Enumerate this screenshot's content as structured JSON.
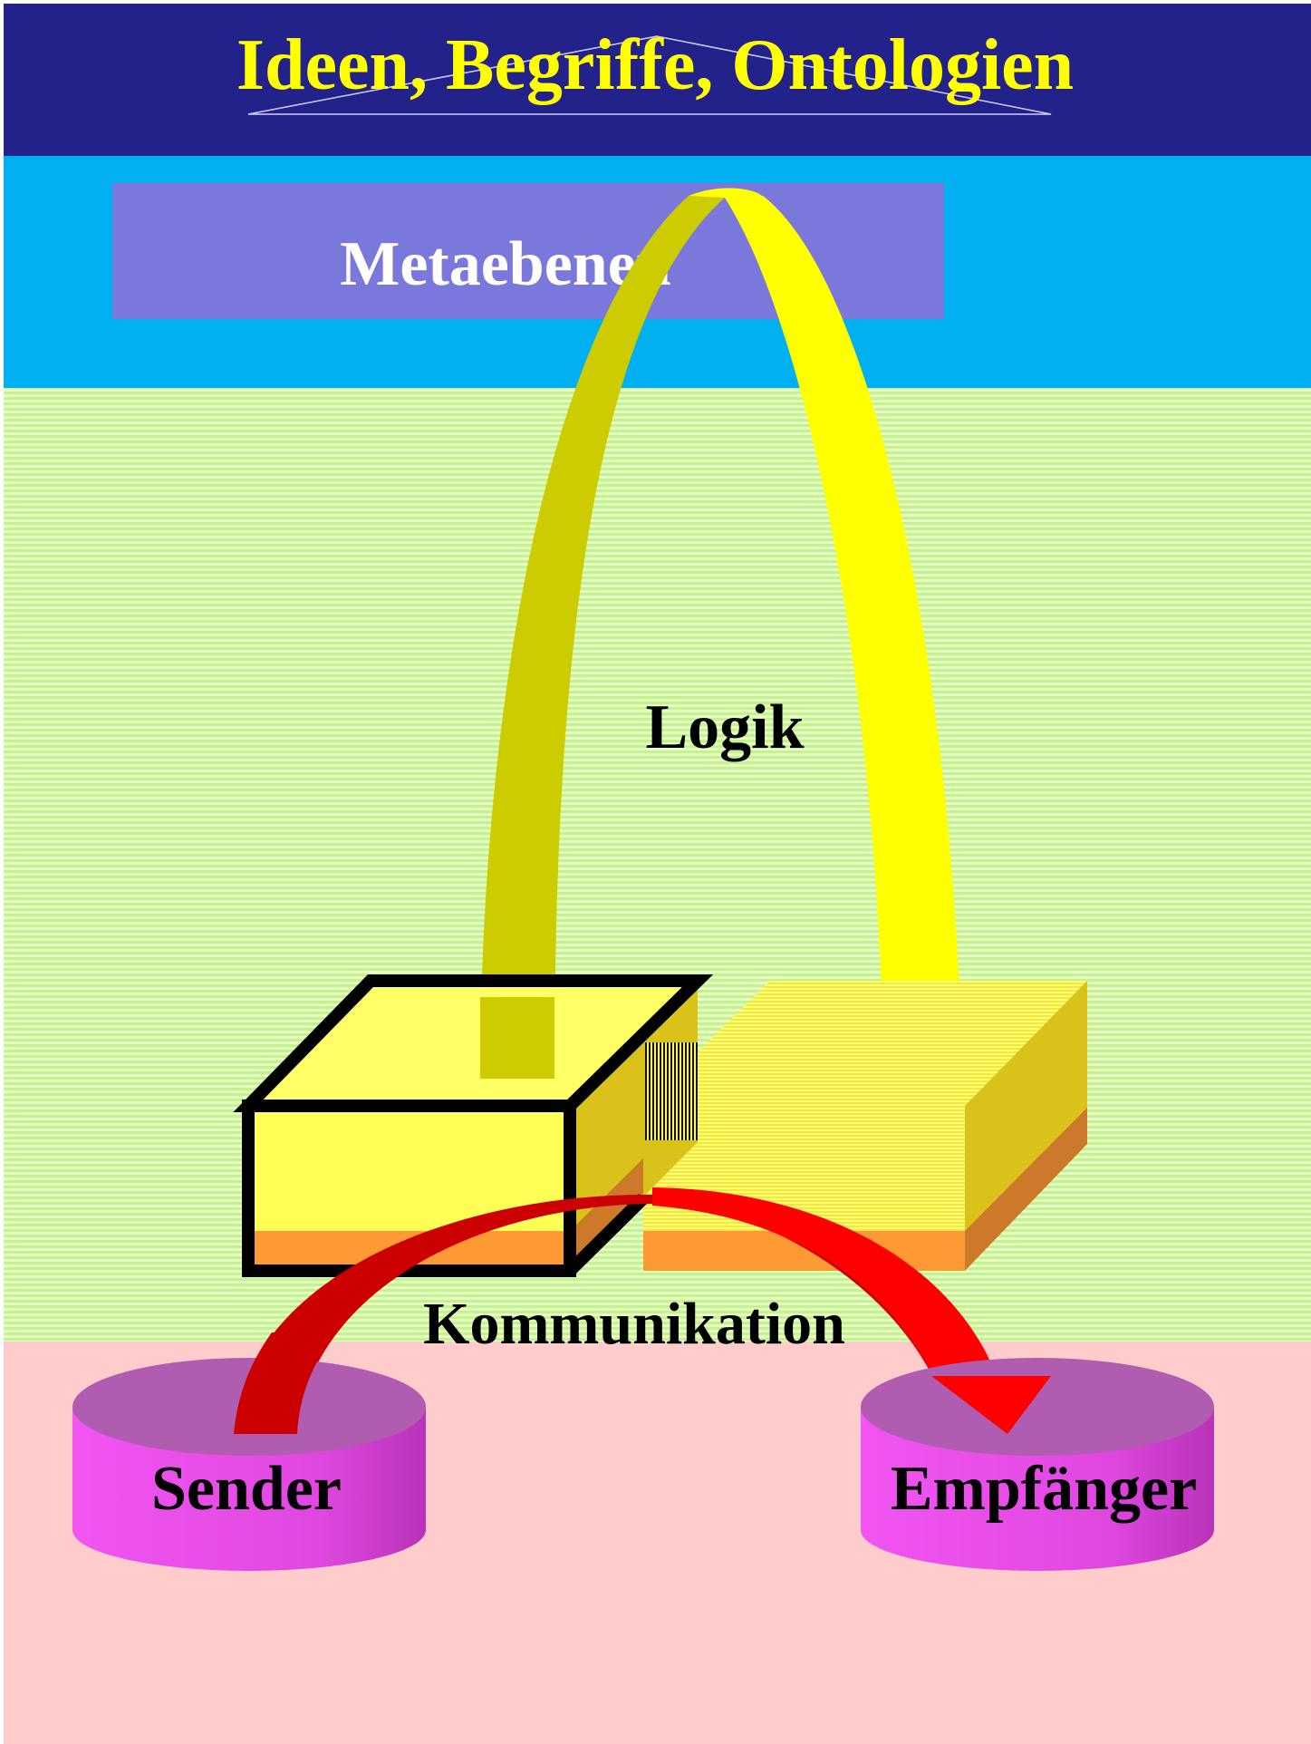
{
  "title": "Ideen, Begriffe, Ontologien",
  "meta_label": "Metaebenen",
  "logic_label": "Logik",
  "communication_label": "Kommunikation",
  "sender_label": "Sender",
  "receiver_label": "Empfänger",
  "colors": {
    "title_band": "#22228a",
    "title_text": "#ffff00",
    "meta_band": "#00b0f0",
    "meta_box": "#7b78dc",
    "meta_text": "#ffffff",
    "logic_zone": "#ccff99",
    "communication_zone": "#ffcccc",
    "logic_arrow_light": "#ffff00",
    "logic_arrow_dark": "#cccc00",
    "communication_arrow": "#ff0000",
    "communication_arrow_dark": "#cc0000",
    "cylinder_top": "#b05cb0",
    "cylinder_side": "#f050f0",
    "cube_face": "#ffff66",
    "cube_base": "#ff9933"
  }
}
